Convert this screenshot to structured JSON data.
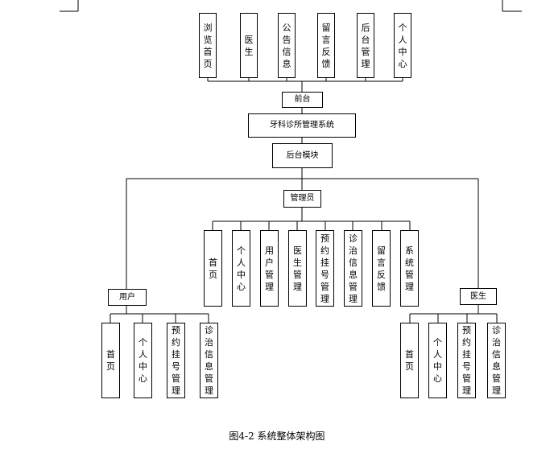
{
  "frontend": {
    "modules": [
      {
        "key": "browse_home",
        "label": "浏览首页"
      },
      {
        "key": "doctor",
        "label": "医生"
      },
      {
        "key": "notice",
        "label": "公告信息"
      },
      {
        "key": "feedback",
        "label": "留言反馈"
      },
      {
        "key": "backend_manage",
        "label": "后台管理"
      },
      {
        "key": "personal_center",
        "label": "个人中心"
      }
    ],
    "label": "前台"
  },
  "system": {
    "label": "牙科诊所管理系统"
  },
  "backend": {
    "label": "后台模块"
  },
  "admin": {
    "label": "管理员",
    "modules": [
      {
        "key": "home",
        "label": "首页"
      },
      {
        "key": "personal_center",
        "label": "个人中心"
      },
      {
        "key": "user_manage",
        "label": "用户管理"
      },
      {
        "key": "doctor_manage",
        "label": "医生管理"
      },
      {
        "key": "appointment_manage",
        "label": "预约挂号管理"
      },
      {
        "key": "diagnosis_manage",
        "label": "诊治信息管理"
      },
      {
        "key": "feedback",
        "label": "留言反馈"
      },
      {
        "key": "system_manage",
        "label": "系统管理"
      }
    ]
  },
  "user": {
    "label": "用户",
    "modules": [
      {
        "key": "home",
        "label": "首页"
      },
      {
        "key": "personal_center",
        "label": "个人中心"
      },
      {
        "key": "appointment_manage",
        "label": "预约挂号管理"
      },
      {
        "key": "diagnosis_manage",
        "label": "诊治信息管理"
      }
    ]
  },
  "doctor": {
    "label": "医生",
    "modules": [
      {
        "key": "home",
        "label": "首页"
      },
      {
        "key": "personal_center",
        "label": "个人中心"
      },
      {
        "key": "appointment_manage",
        "label": "预约挂号管理"
      },
      {
        "key": "diagnosis_manage",
        "label": "诊治信息管理"
      }
    ]
  },
  "caption": "图4-2  系统整体架构图"
}
